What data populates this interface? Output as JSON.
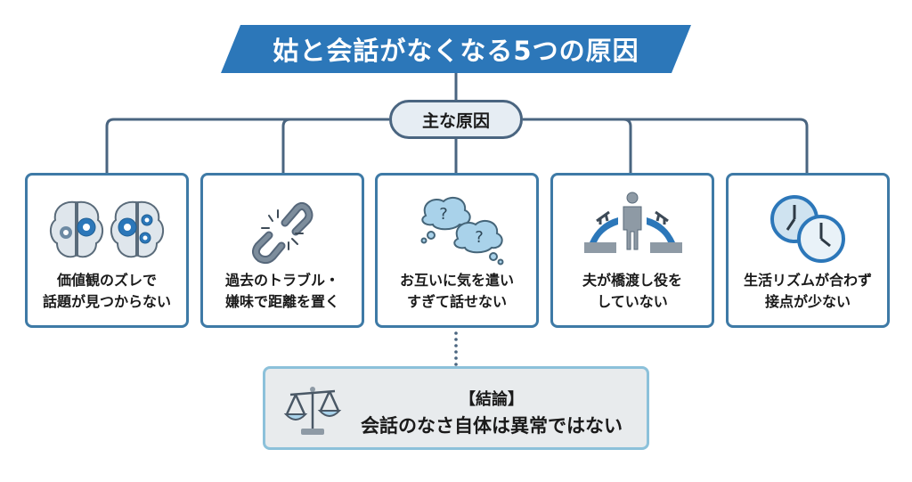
{
  "title": "姑と会話がなくなる5つの原因",
  "hub_label": "主な原因",
  "causes": [
    {
      "icon": "brain-gears-icon",
      "line1": "価値観のズレで",
      "line2": "話題が見つからない"
    },
    {
      "icon": "broken-chain-icon",
      "line1": "過去のトラブル・",
      "line2": "嫌味で距離を置く"
    },
    {
      "icon": "thought-bubbles-question-icon",
      "line1": "お互いに気を遣い",
      "line2": "すぎて話せない"
    },
    {
      "icon": "broken-bridge-person-icon",
      "line1": "夫が橋渡し役を",
      "line2": "していない"
    },
    {
      "icon": "two-clocks-icon",
      "line1": "生活リズムが合わず",
      "line2": "接点が少ない"
    }
  ],
  "conclusion": {
    "icon": "scales-icon",
    "heading": "【結論】",
    "text": "会話のなさ自体は異常ではない"
  },
  "colors": {
    "banner": "#2c77b9",
    "card_border": "#3e7aa6",
    "connector": "#4a6580",
    "hub_fill": "#e6edf3",
    "conclusion_border": "#8cc1da",
    "conclusion_fill": "#e8ebed"
  }
}
